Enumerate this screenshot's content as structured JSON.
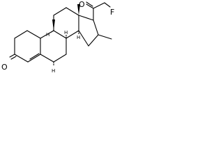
{
  "molecule": {
    "atoms": {
      "ketone_oxygen_ring": "O",
      "ketone_oxygen_side": "O",
      "fluorine": "F"
    },
    "stereo_hydrogens": [
      "H",
      "H",
      "H",
      "H"
    ]
  },
  "colors": {
    "bond": "#000000",
    "background": "#ffffff"
  }
}
